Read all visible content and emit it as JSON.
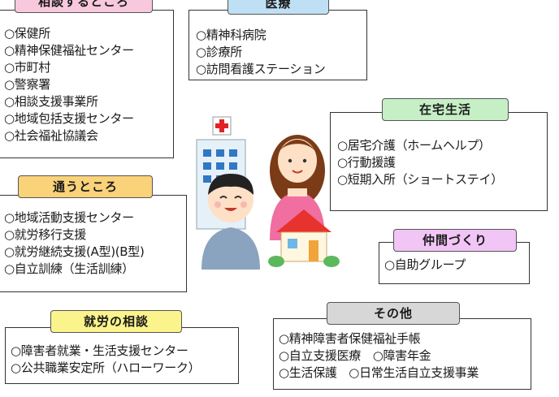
{
  "sections": {
    "consult": {
      "title": "相談するところ",
      "items": [
        "○保健所",
        "○精神保健福祉センター",
        "○市町村",
        "○警察署",
        "○相談支援事業所",
        "○地域包括支援センター",
        "○社会福祉協議会"
      ]
    },
    "medical": {
      "title": "医療",
      "items": [
        "○精神科病院",
        "○診療所",
        "○訪問看護ステーション"
      ]
    },
    "home_life": {
      "title": "在宅生活",
      "items": [
        "○居宅介護（ホームヘルプ）",
        "○行動援護",
        "○短期入所（ショートステイ）"
      ]
    },
    "commute": {
      "title": "通うところ",
      "items": [
        "○地域活動支援センター",
        "○就労移行支援",
        "○就労継続支援(A型)(B型)",
        "○自立訓練（生活訓練）"
      ]
    },
    "peers": {
      "title": "仲間づくり",
      "items": [
        "○自助グループ"
      ]
    },
    "employment": {
      "title": "就労の相談",
      "items": [
        "○障害者就業・生活支援センター",
        "○公共職業安定所（ハローワーク）"
      ]
    },
    "other": {
      "title": "その他",
      "items": [
        "○精神障害者保健福祉手帳",
        "○自立支援医療　○障害年金",
        "○生活保護　○日常生活自立支援事業"
      ]
    }
  },
  "colors": {
    "consult": "#f8c9dc",
    "medical": "#bfe0f4",
    "home_life": "#c6efc6",
    "commute": "#f9d27a",
    "peers": "#f1c5f5",
    "employment": "#fbf48c",
    "other": "#d7d7d7"
  },
  "illustration": {
    "icons": [
      "hospital-icon",
      "man-icon",
      "woman-icon",
      "house-icon"
    ]
  }
}
